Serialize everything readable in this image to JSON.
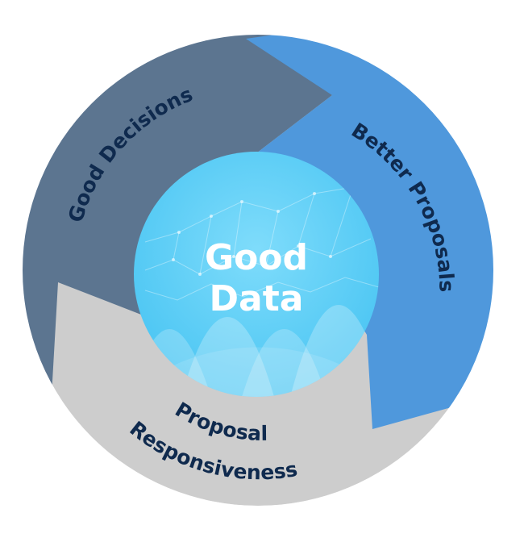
{
  "diagram": {
    "center": {
      "line1": "Good",
      "line2": "Data"
    },
    "segments": [
      {
        "label": "Good Decisions",
        "color": "#5b7590"
      },
      {
        "label": "Better Proposals",
        "color": "#4f98dc"
      },
      {
        "label_line1": "Proposal",
        "label_line2": "Responsiveness",
        "color": "#cdcdcd"
      }
    ],
    "colors": {
      "label_text": "#0f2a4e",
      "center_fill": "#5fd0f7",
      "center_text": "#ffffff"
    }
  }
}
